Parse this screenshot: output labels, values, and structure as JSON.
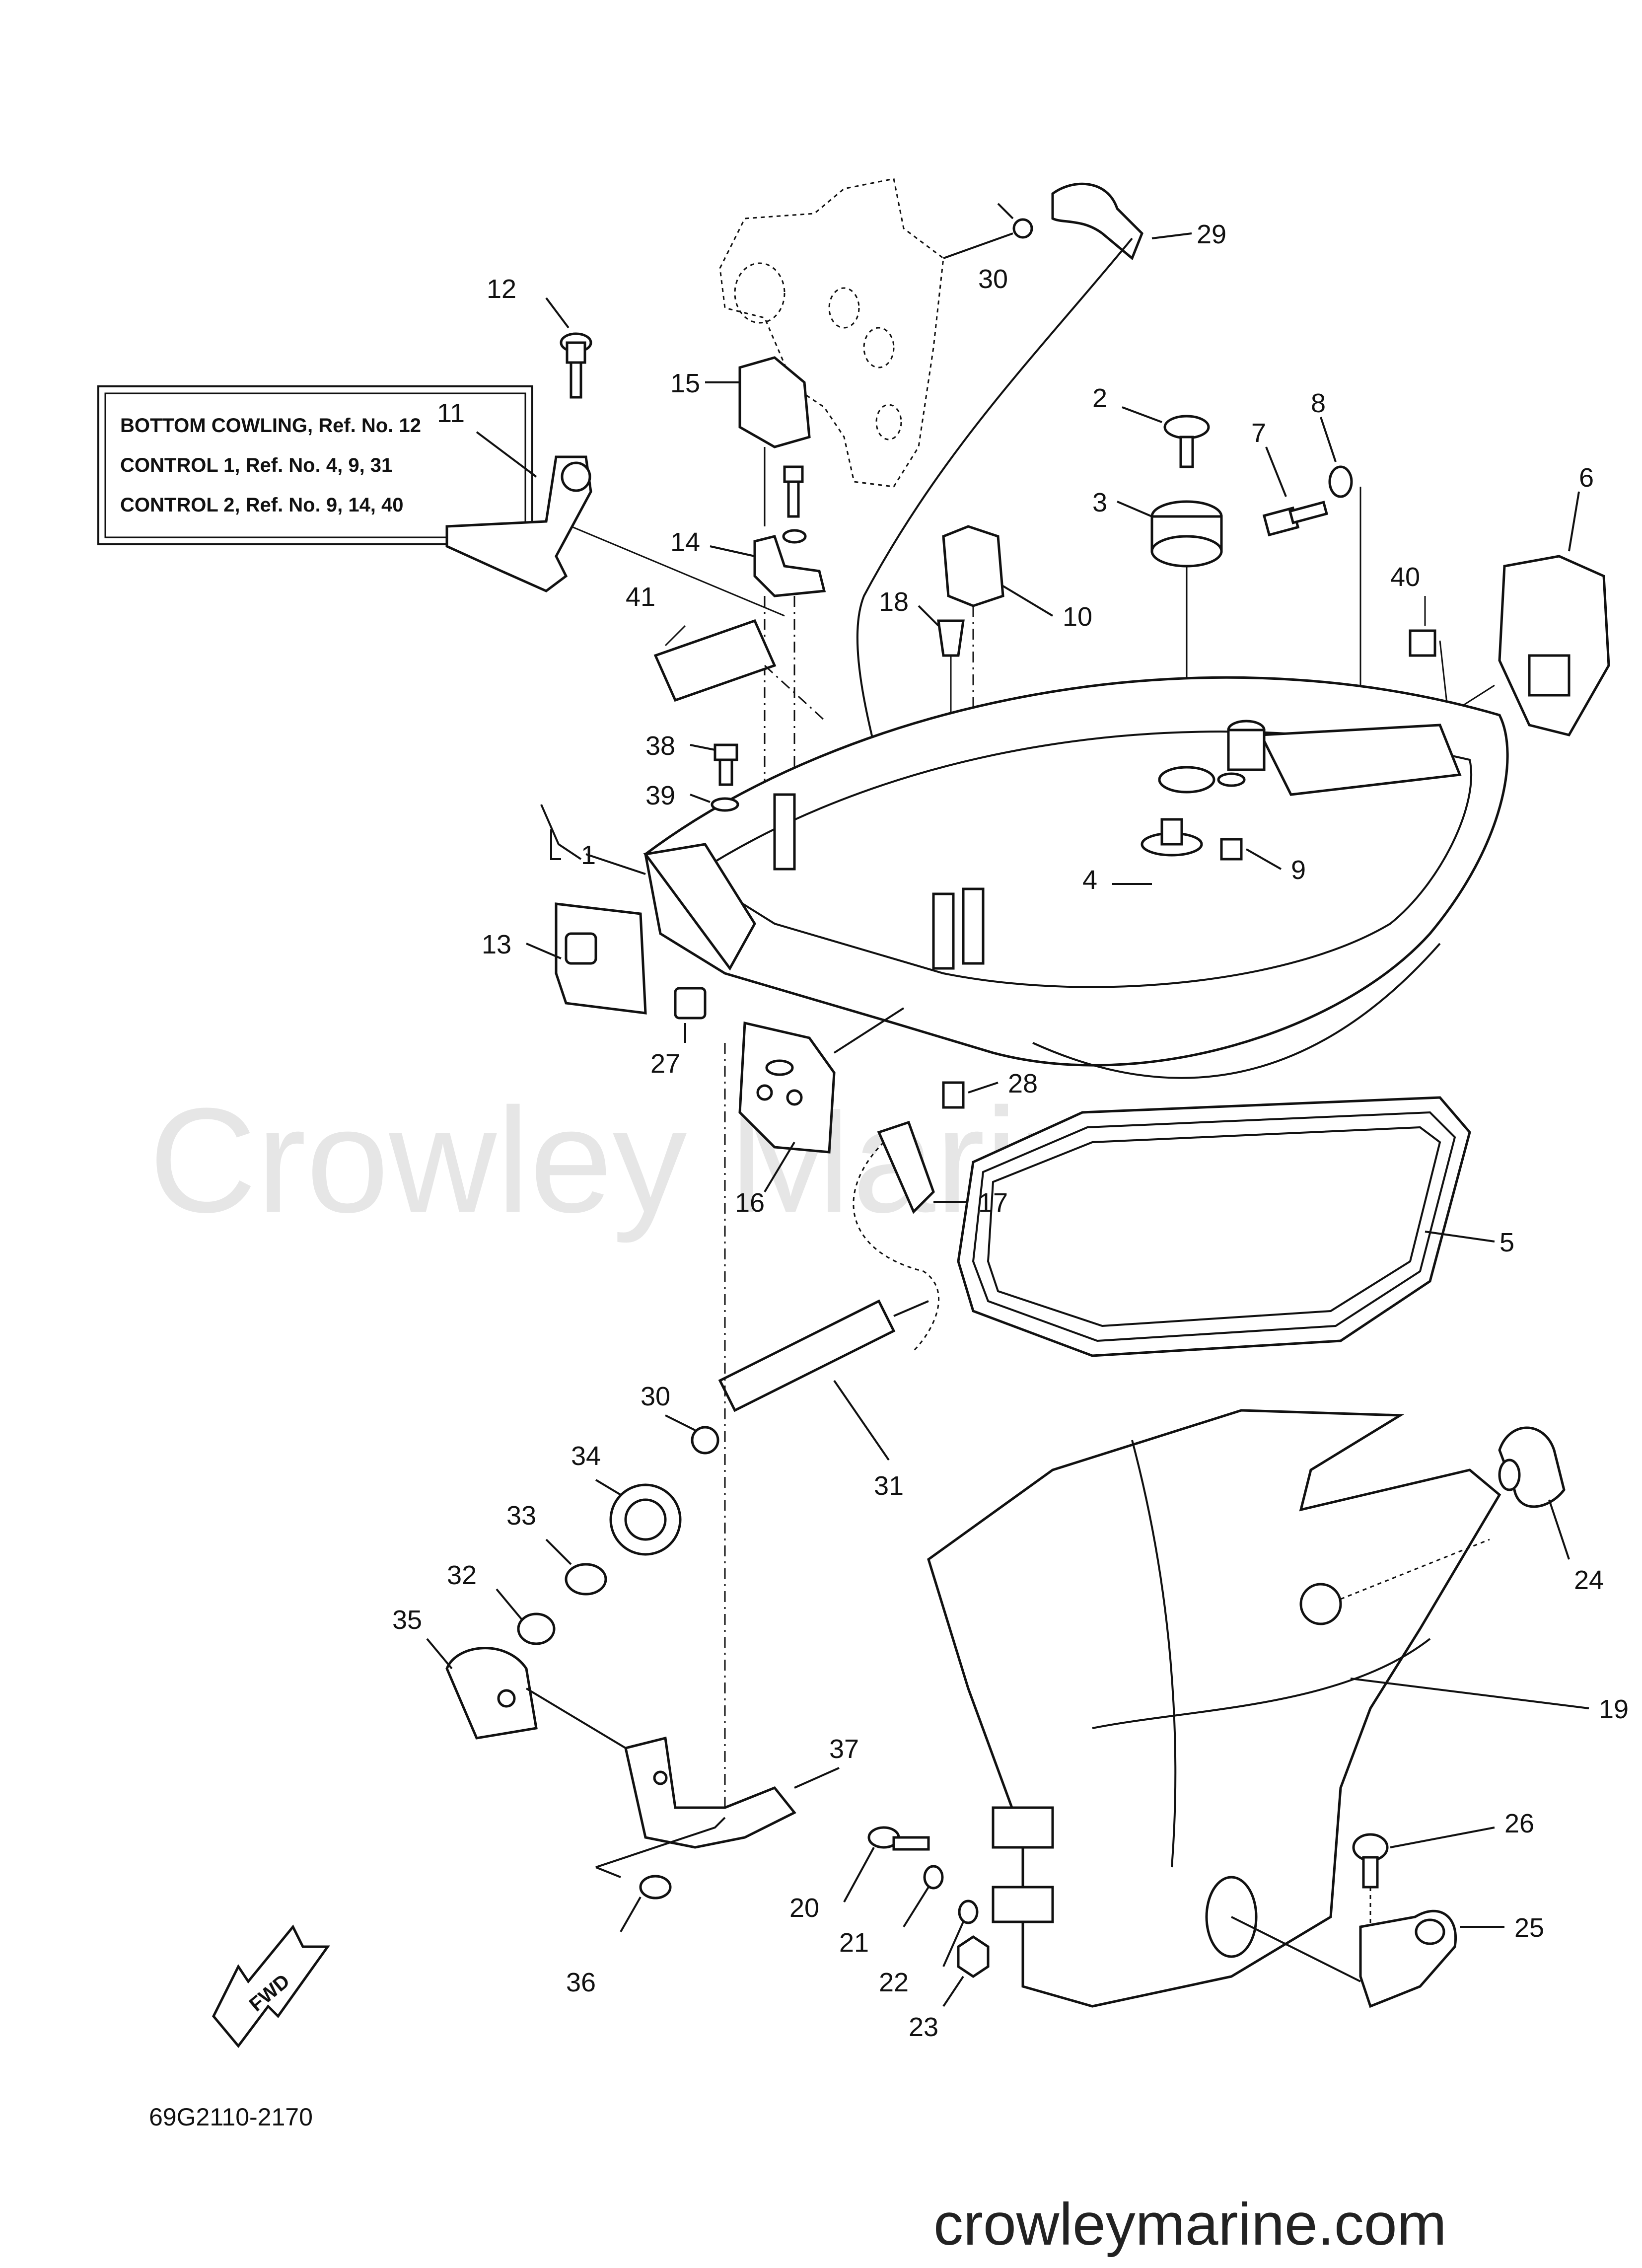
{
  "legend": {
    "line1": "BOTTOM COWLING, Ref. No. 12",
    "line2": "CONTROL 1, Ref. No. 4, 9, 31",
    "line3": "CONTROL 2, Ref. No. 9, 14, 40"
  },
  "diagram_code": "69G2110-2170",
  "fwd_label": "FWD",
  "watermark": "Crowley Marine",
  "site": "crowleymarine.com",
  "callouts": {
    "n1": "1",
    "n2": "2",
    "n3": "3",
    "n4": "4",
    "n5": "5",
    "n6": "6",
    "n7": "7",
    "n8": "8",
    "n9": "9",
    "n10": "10",
    "n11": "11",
    "n12": "12",
    "n13": "13",
    "n14": "14",
    "n15": "15",
    "n16": "16",
    "n17": "17",
    "n18": "18",
    "n19": "19",
    "n20": "20",
    "n21": "21",
    "n22": "22",
    "n23": "23",
    "n24": "24",
    "n25": "25",
    "n26": "26",
    "n27": "27",
    "n28": "28",
    "n29": "29",
    "n30a": "30",
    "n30b": "30",
    "n31": "31",
    "n32": "32",
    "n33": "33",
    "n34": "34",
    "n35": "35",
    "n36": "36",
    "n37": "37",
    "n38": "38",
    "n39": "39",
    "n40": "40",
    "n41": "41"
  }
}
